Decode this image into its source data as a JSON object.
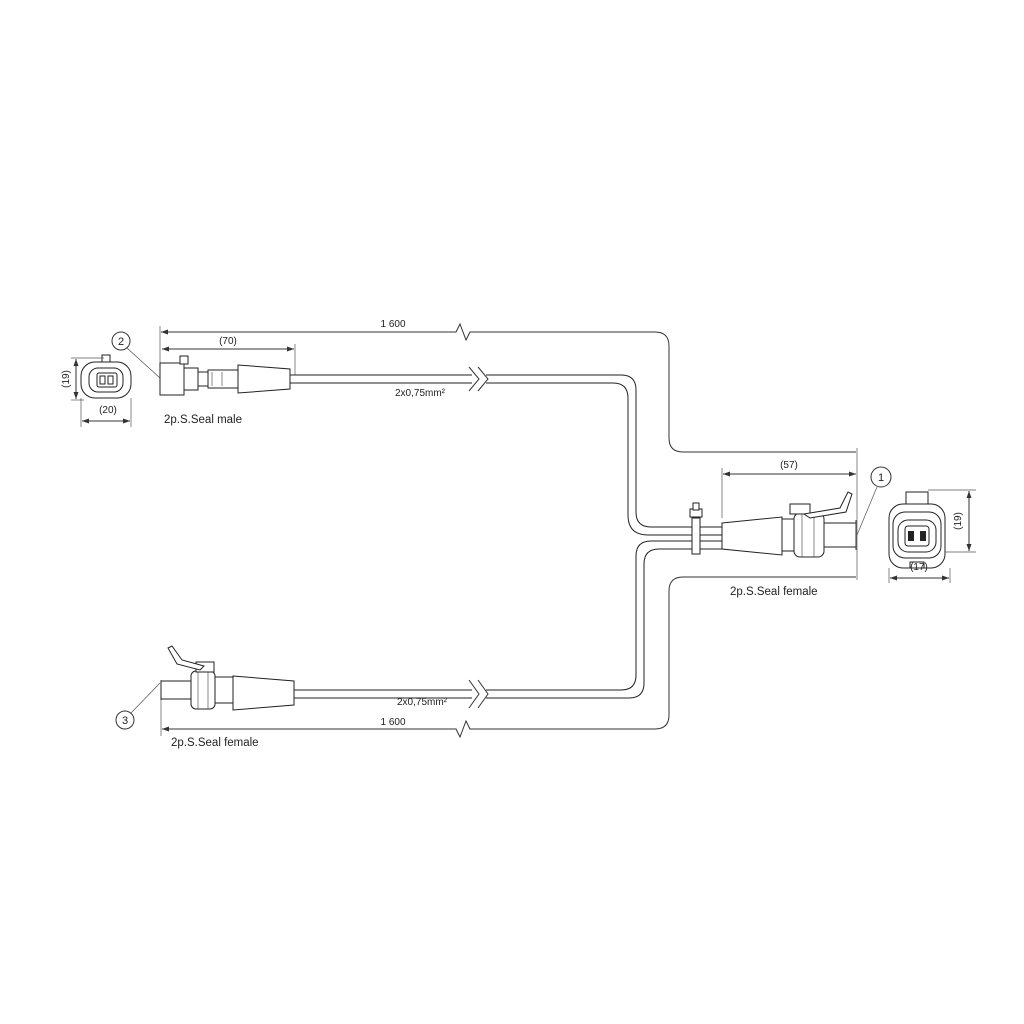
{
  "dimensions": {
    "top_length": "1 600",
    "bottom_length": "1 600",
    "male_connector_length": "(70)",
    "female_connector_length": "(57)",
    "end_view_left_height": "(19)",
    "end_view_left_width": "(20)",
    "end_view_right_height": "(19)",
    "end_view_right_width": "(17)"
  },
  "cables": {
    "top_cross_section": "2x0,75mm²",
    "bottom_cross_section": "2x0,75mm²"
  },
  "connectors": {
    "male_label": "2p.S.Seal male",
    "female_right_label": "2p.S.Seal female",
    "female_bottom_label": "2p.S.Seal female"
  },
  "balloons": {
    "item_1": "1",
    "item_2": "2",
    "item_3": "3"
  },
  "colors": {
    "line": "#333333",
    "background": "#ffffff"
  }
}
